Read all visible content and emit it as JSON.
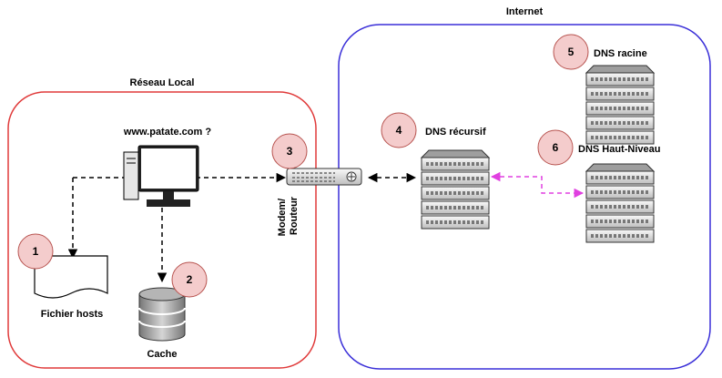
{
  "zones": {
    "local": {
      "title": "Réseau Local",
      "border_color": "#e03a3a"
    },
    "internet": {
      "title": "Internet",
      "border_color": "#3a2fd8"
    }
  },
  "badges": {
    "b1": "1",
    "b2": "2",
    "b3": "3",
    "b4": "4",
    "b5": "5",
    "b6": "6",
    "fill_color": "#f4cccc",
    "stroke_color": "#b85450"
  },
  "computer": {
    "label": "www.patate.com ?",
    "icon": "desktop-computer-icon"
  },
  "hosts_file": {
    "label": "Fichier hosts",
    "icon": "document-icon"
  },
  "cache": {
    "label": "Cache",
    "icon": "database-icon"
  },
  "router": {
    "label_line1": "Modem/",
    "label_line2": "Routeur",
    "icon": "router-icon"
  },
  "dns_recursive": {
    "label": "DNS récursif",
    "icon": "server-rack-icon"
  },
  "dns_root": {
    "label": "DNS racine",
    "icon": "server-rack-icon"
  },
  "dns_tld": {
    "label": "DNS Haut-Niveau",
    "icon": "server-rack-icon"
  },
  "colors": {
    "connector": "#000000",
    "tld_connector": "#e040e0"
  }
}
